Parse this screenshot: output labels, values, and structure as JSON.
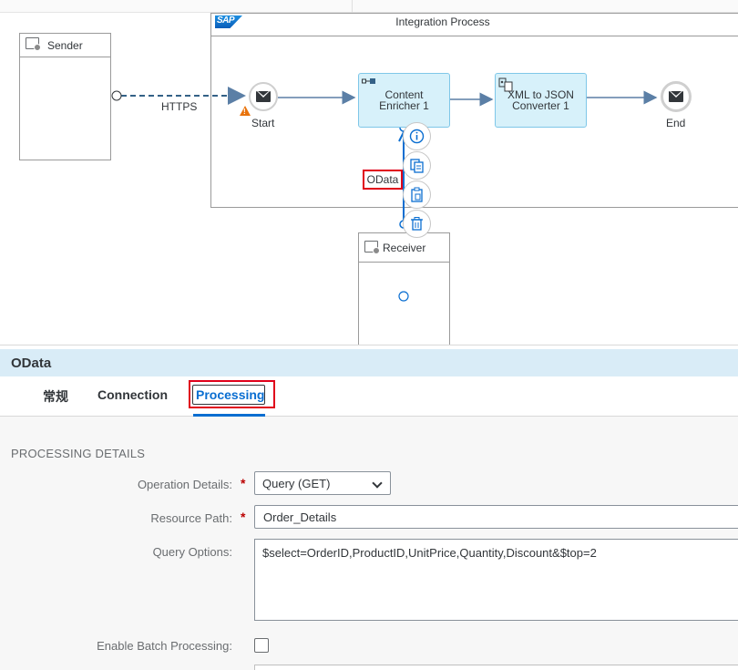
{
  "canvas": {
    "integration_process_title": "Integration Process",
    "sap_logo_text": "SAP",
    "sender_label": "Sender",
    "receiver_label": "Receiver",
    "https_label": "HTTPS",
    "start_label": "Start",
    "end_label": "End",
    "content_enricher_line1": "Content",
    "content_enricher_line2": "Enricher 1",
    "xml_json_line1": "XML to JSON",
    "xml_json_line2": "Converter 1",
    "odata_channel_label": "OData",
    "context_buttons": [
      "info-icon",
      "copy-icon",
      "paste-icon",
      "delete-icon"
    ]
  },
  "panel": {
    "title": "OData",
    "tabs": [
      {
        "label": "常规"
      },
      {
        "label": "Connection"
      },
      {
        "label": "Processing"
      }
    ],
    "active_tab": "Processing",
    "section_title": "PROCESSING DETAILS",
    "fields": {
      "operation_label": "Operation Details:",
      "operation_value": "Query (GET)",
      "resource_label": "Resource Path:",
      "resource_value": "Order_Details",
      "query_label": "Query Options:",
      "query_value": "$select=OrderID,ProductID,UnitPrice,Quantity,Discount&$top=2",
      "batch_label": "Enable Batch Processing:",
      "batch_checked": false
    },
    "required_mark": "*"
  },
  "colors": {
    "accent": "#0a6ed1",
    "highlight_red": "#e0001a",
    "step_fill": "#d7f1fa",
    "header_fill": "#d9ecf7",
    "warning": "#e9730c"
  }
}
